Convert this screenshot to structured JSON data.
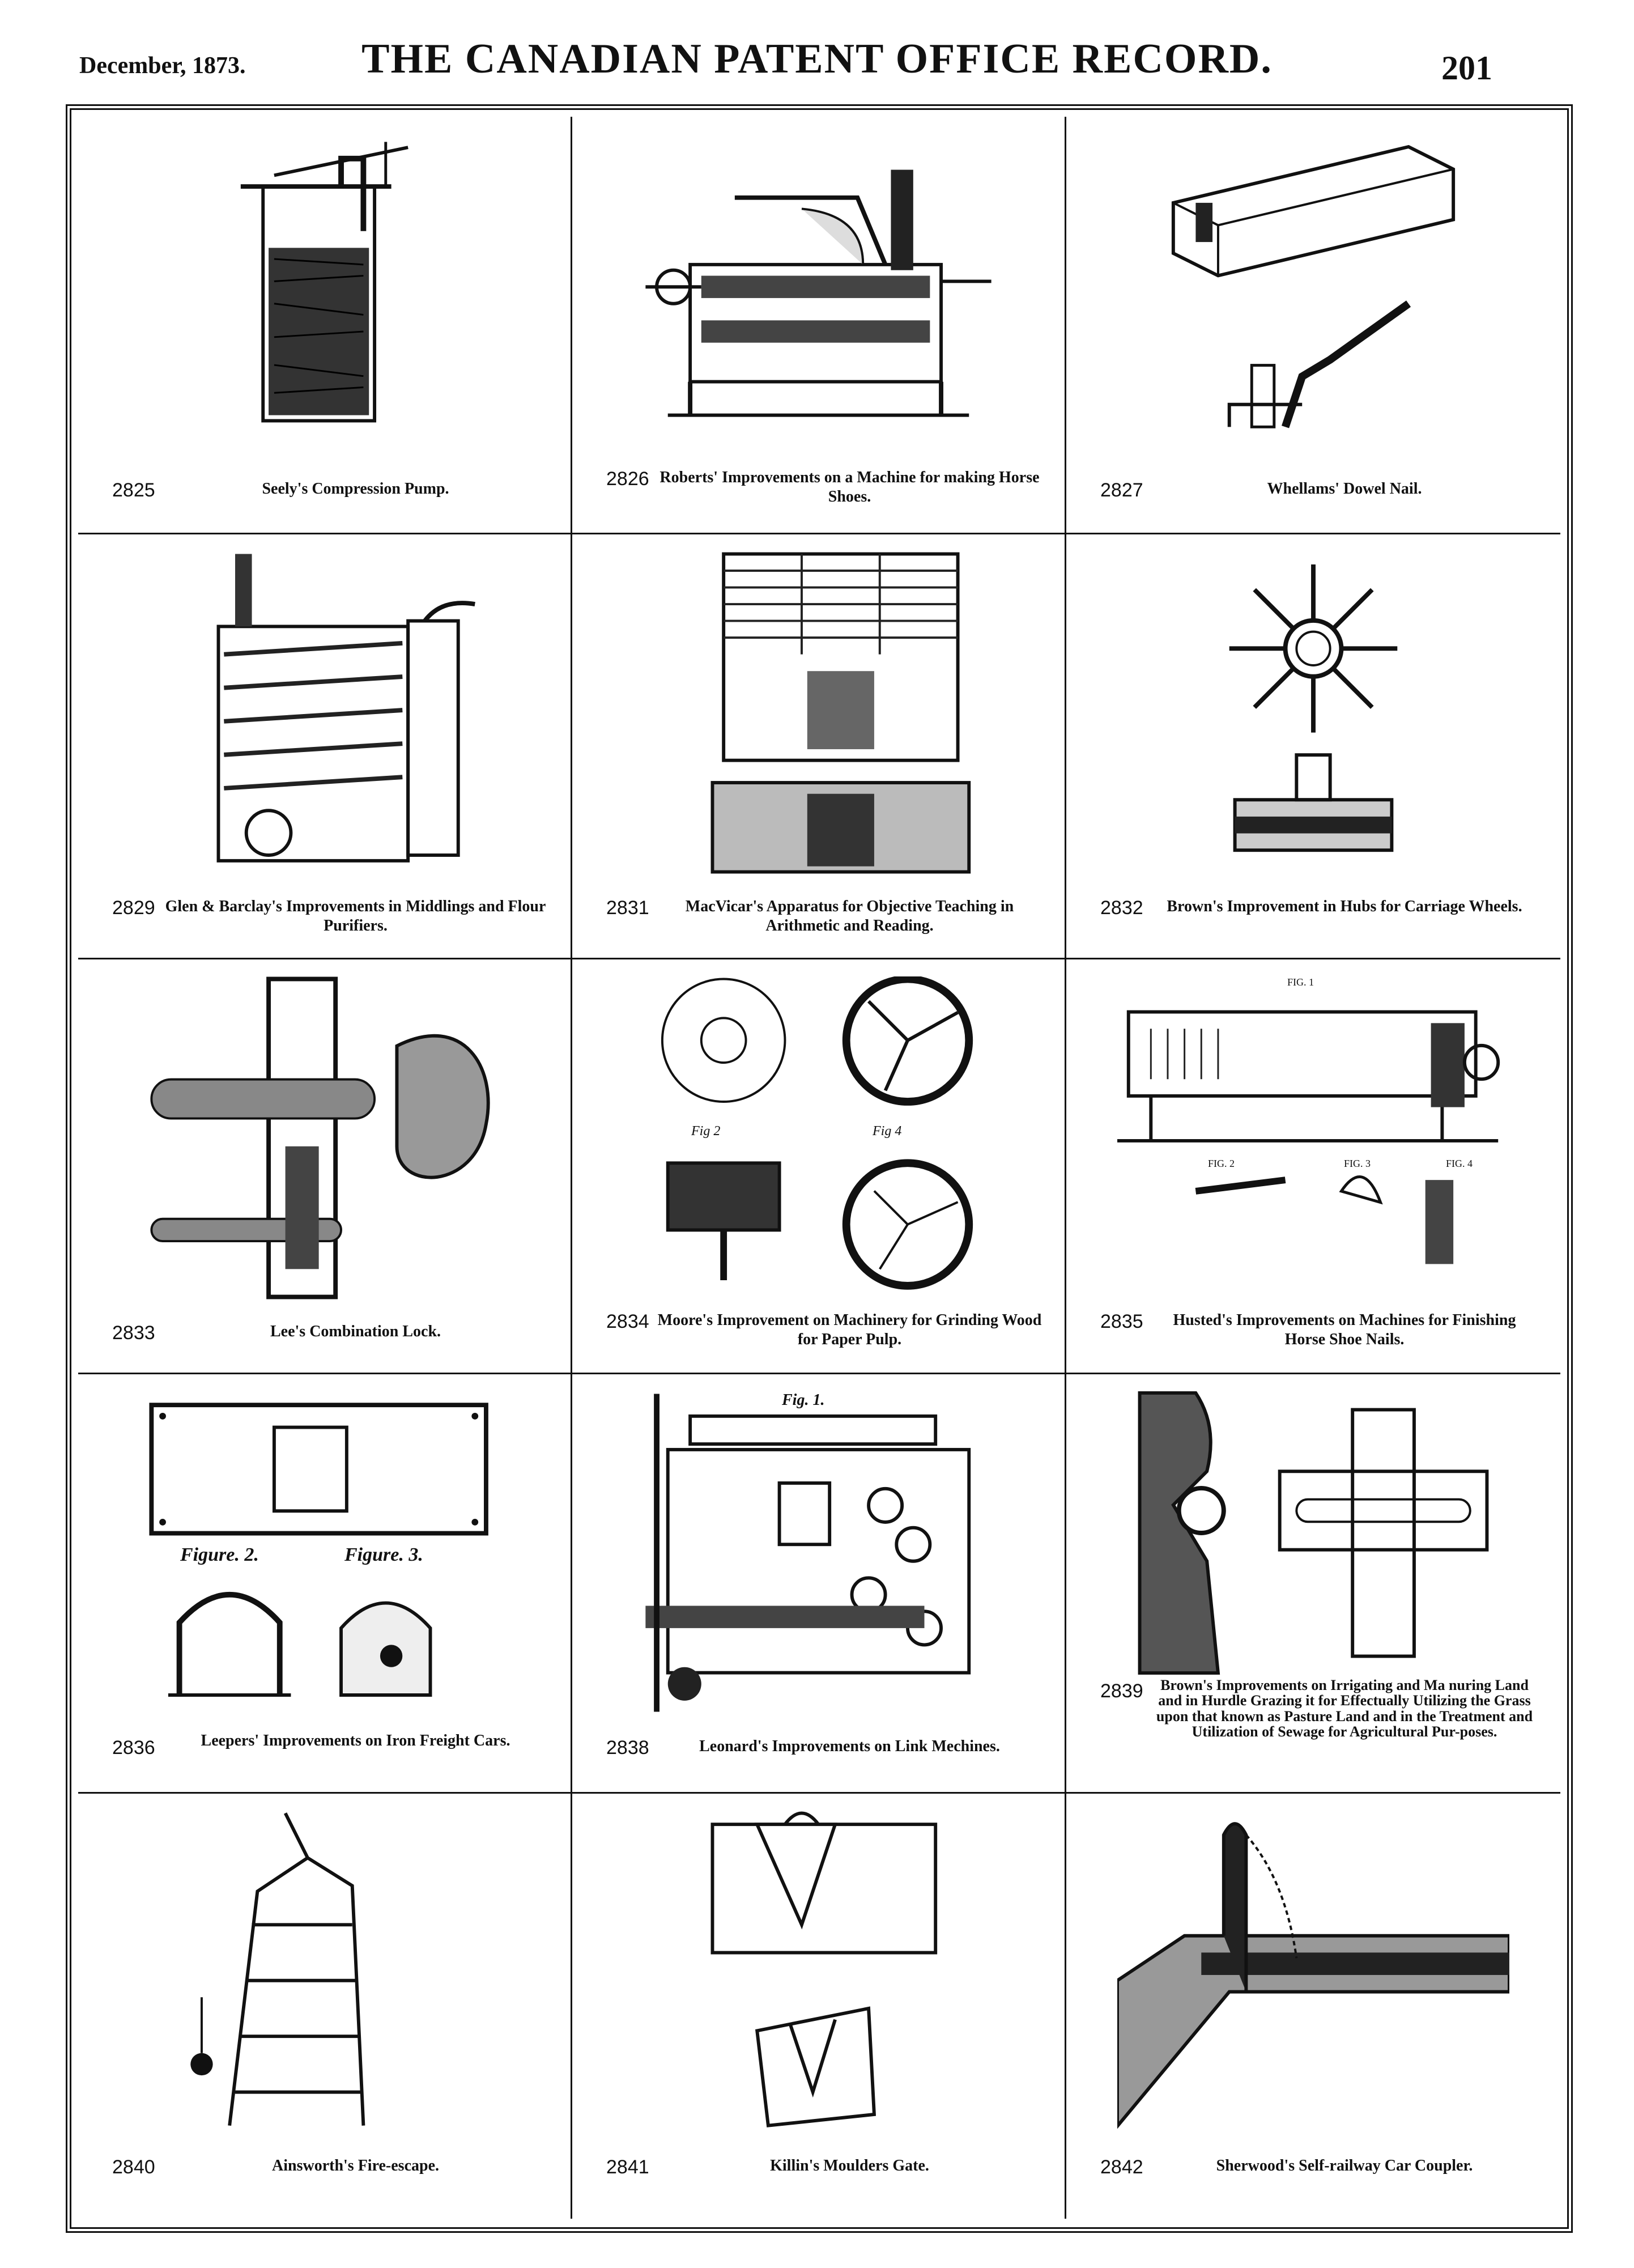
{
  "header": {
    "date": "December, 1873.",
    "title": "THE CANADIAN PATENT OFFICE RECORD.",
    "page_number": "201"
  },
  "patents": [
    {
      "number": "2825",
      "caption": "Seely's Compression Pump.",
      "icon": "pump-drawing"
    },
    {
      "number": "2826",
      "caption": "Roberts' Improvements on a Machine for making Horse Shoes.",
      "icon": "horseshoe-machine-drawing"
    },
    {
      "number": "2827",
      "caption": "Whellams' Dowel Nail.",
      "icon": "dowel-nail-drawing"
    },
    {
      "number": "2829",
      "caption": "Glen & Barclay's Improvements in Middlings and Flour Purifiers.",
      "icon": "flour-purifier-drawing"
    },
    {
      "number": "2831",
      "caption": "MacVicar's Apparatus for Objective Teaching in Arithmetic and Reading.",
      "icon": "teaching-apparatus-drawing"
    },
    {
      "number": "2832",
      "caption": "Brown's Improvement in Hubs for Carriage Wheels.",
      "icon": "wheel-hub-drawing"
    },
    {
      "number": "2833",
      "caption": "Lee's Combination Lock.",
      "icon": "combination-lock-drawing"
    },
    {
      "number": "2834",
      "caption": "Moore's Improvement on Machinery for Grinding Wood for Paper Pulp.",
      "icon": "pulp-grinder-drawing",
      "labels": {
        "fig2": "Fig 2",
        "fig4": "Fig 4"
      }
    },
    {
      "number": "2835",
      "caption": "Husted's Improvements on Machines for Finishing Horse Shoe Nails.",
      "icon": "nail-finishing-machine-drawing",
      "labels": {
        "fig1": "FIG. 1",
        "fig2": "FIG. 2",
        "fig3": "FIG. 3",
        "fig4": "FIG. 4"
      }
    },
    {
      "number": "2836",
      "caption": "Leepers' Improvements on Iron Freight Cars.",
      "icon": "freight-car-drawing",
      "labels": {
        "fig2": "Figure. 2.",
        "fig3": "Figure. 3."
      }
    },
    {
      "number": "2838",
      "caption": "Leonard's Improvements on Link Mechines.",
      "icon": "link-machine-drawing",
      "labels": {
        "fig1": "Fig. 1."
      }
    },
    {
      "number": "2839",
      "caption": "Brown's Improvements on Irrigating and Ma nuring Land and in Hurdle Grazing it for Effectually Utilizing the Grass upon that known as Pasture Land and in the Treatment and Utilization of Sewage for Agricultural Pur-poses.",
      "icon": "irrigation-drawing"
    },
    {
      "number": "2840",
      "caption": "Ainsworth's Fire-escape.",
      "icon": "fire-escape-drawing"
    },
    {
      "number": "2841",
      "caption": "Killin's Moulders Gate.",
      "icon": "moulders-gate-drawing"
    },
    {
      "number": "2842",
      "caption": "Sherwood's Self-railway Car Coupler.",
      "icon": "car-coupler-drawing"
    }
  ]
}
